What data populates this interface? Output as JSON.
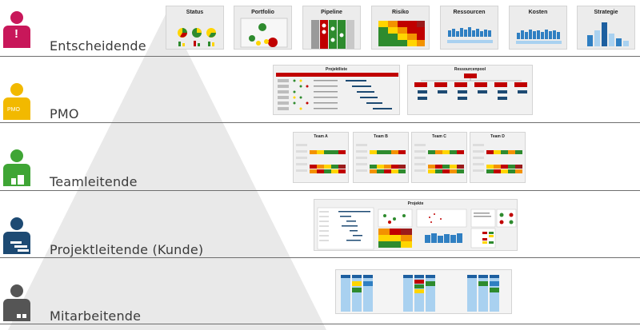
{
  "roles": [
    {
      "label": "Entscheidende",
      "color": "#c8175a",
      "icon": "person-alert-icon"
    },
    {
      "label": "PMO",
      "color": "#f2b900",
      "icon": "person-pmo-icon",
      "badge": "PMO"
    },
    {
      "label": "Teamleitende",
      "color": "#3fa535",
      "icon": "person-team-icon"
    },
    {
      "label": "Projektleitende (Kunde)",
      "color": "#1d4a73",
      "icon": "person-project-icon"
    },
    {
      "label": "Mitarbeitende",
      "color": "#555555",
      "icon": "person-employee-icon"
    }
  ],
  "dashboard_cards": [
    "Status",
    "Portfolio",
    "Pipeline",
    "Risiko",
    "Ressourcen",
    "Kosten",
    "Strategie"
  ],
  "pmo_views": [
    "Projektliste",
    "Ressourcenpool"
  ],
  "teams": [
    "Team A",
    "Team B",
    "Team C",
    "Team D"
  ],
  "project_view_title": "Projekte",
  "colors": {
    "red": "#c00000",
    "green": "#2e8b2e",
    "yellow": "#ffd500",
    "orange": "#f39200",
    "blue": "#2f7fc2",
    "lightblue": "#a9d1f0",
    "darkred": "#9b1b1b"
  }
}
